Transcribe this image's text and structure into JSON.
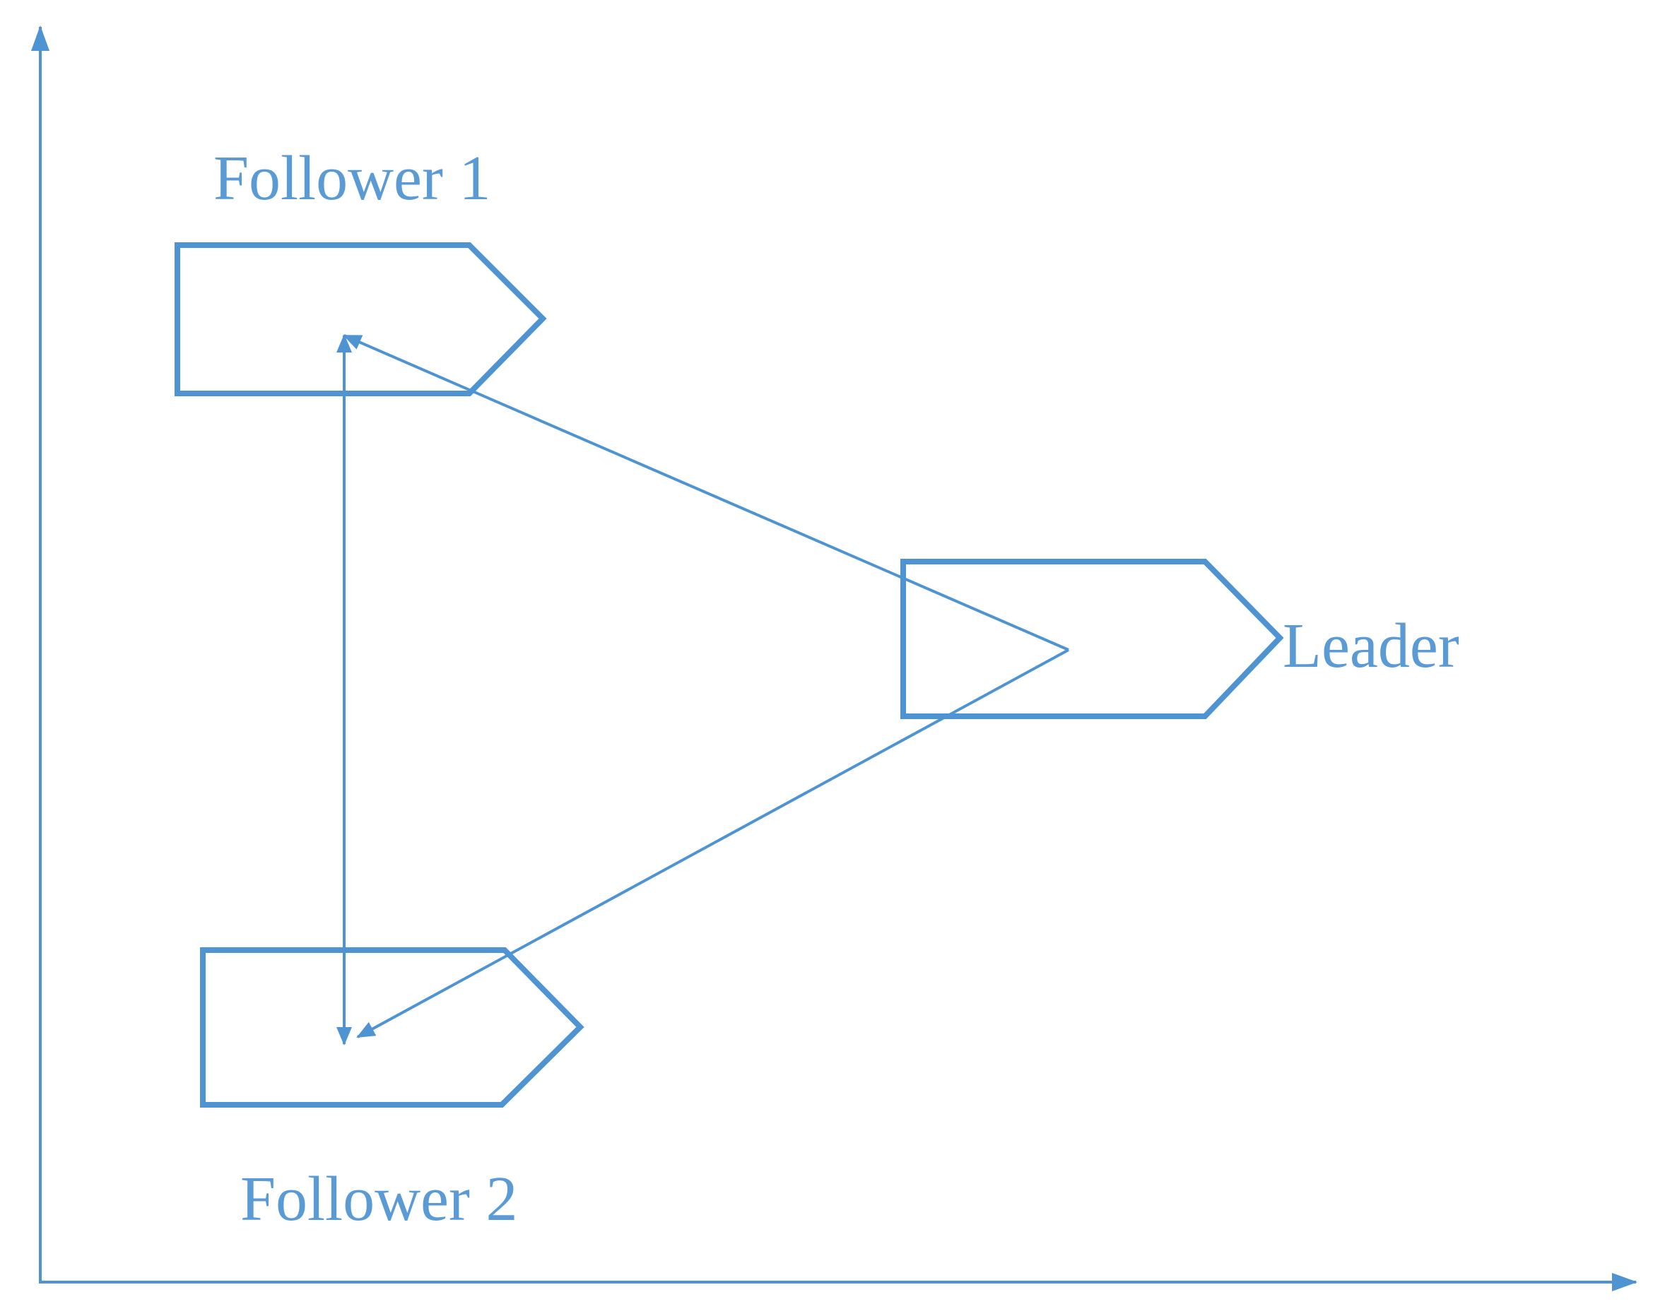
{
  "colors": {
    "stroke": "#4f94d2",
    "text": "#5b9bd5",
    "background": "#ffffff"
  },
  "labels": {
    "follower1": "Follower 1",
    "leader": "Leader",
    "follower2": "Follower 2"
  }
}
